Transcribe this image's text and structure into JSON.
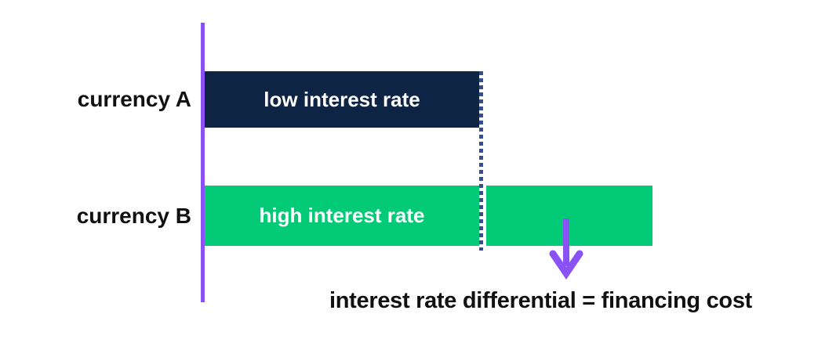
{
  "diagram": {
    "rows": [
      {
        "label": "currency A",
        "bar_label": "low interest rate",
        "bar_color": "#0d2444"
      },
      {
        "label": "currency B",
        "bar_label": "high interest rate",
        "bar_color": "#02ca77"
      }
    ],
    "differential_segment": {
      "description": "extra portion of currency B bar beyond currency A bar",
      "color": "#02ca77"
    },
    "caption": "interest rate differential = financing cost",
    "icons": {
      "down_arrow": "down-arrow-icon"
    },
    "colors": {
      "axis_purple": "#8a52f5",
      "arrow_purple": "#8a52f5",
      "navy_bar": "#0d2444",
      "green_bar": "#02ca77",
      "dotted_line_navy": "#31508f",
      "text_black": "#111111",
      "bar_text_white": "#ffffff",
      "background": "#ffffff"
    }
  }
}
